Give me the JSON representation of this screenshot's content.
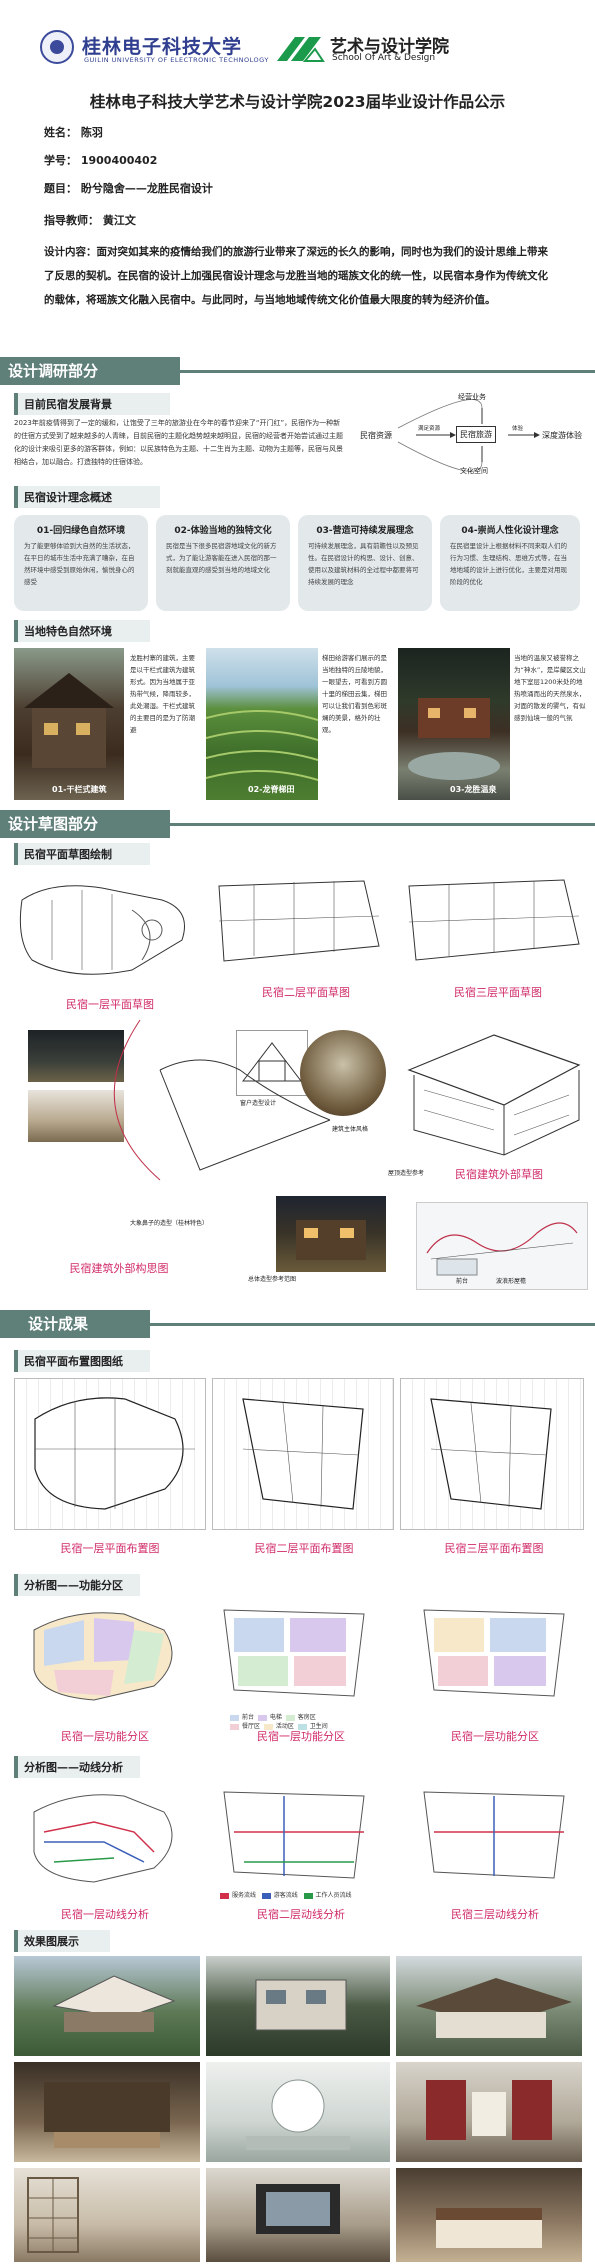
{
  "header": {
    "university_cn": "桂林电子科技大学",
    "university_en": "GUILIN UNIVERSITY OF ELECTRONIC TECHNOLOGY",
    "school_cn": "艺术与设计学院",
    "school_en": "School Of Art & Design"
  },
  "title": "桂林电子科技大学艺术与设计学院2023届毕业设计作品公示",
  "info": {
    "name": "姓名： 陈羽",
    "id": "学号： 1900400402",
    "topic": "题目： 盼兮隐舍——龙胜民宿设计",
    "advisor": "指导教师： 黄江文"
  },
  "description": "设计内容：面对突如其来的疫情给我们的旅游行业带来了深远的长久的影响，同时也为我们的设计思维上带来了反思的契机。在民宿的设计上加强民宿设计理念与龙胜当地的瑶族文化的统一性，以民宿本身作为传统文化的载体，将瑶族文化融入民宿中。与此同时，与当地地域传统文化价值最大限度的转为经济价值。",
  "section1": {
    "label": "设计调研部分",
    "sub1": "目前民宿发展背景",
    "para": "2023年前疫情得到了一定的缓和，让饱受了三年的旅游业在今年的春节迎来了“开门红”，民宿作为一种新的住宿方式受到了越来越多的人青睐，目前民宿的主题化趋势越来越明显，民宿的经营者开始尝试通过主题化的设计来吸引更多的游客群体，例如：以民族特色为主题、十二生肖为主题、动物为主题等，民宿与风景相结合，加以融合。打造独特的住宿体验。",
    "diagram": {
      "top": "经营业务",
      "left": "民宿资源",
      "center": "民宿旅游",
      "right": "深度游体验",
      "bottom": "文化空间",
      "arrow_left": "满足资源",
      "arrow_right": "体验"
    },
    "sub2": "民宿设计理念概述",
    "cards": [
      {
        "title": "01-回归绿色自然环境",
        "body": "为了能更够体验到大自然的生活状态，在平日的城市生活中充满了嘈杂，在自然环境中感受到原始休闲，愉悦身心的感受"
      },
      {
        "title": "02-体验当地的独特文化",
        "body": "民宿是当下很多民宿游地域文化的新方式，为了能让游客能在进入民宿的那一刻就能直观的感受到当地的地域文化"
      },
      {
        "title": "03-营造可持续发展理念",
        "body": "可持续发展理念，具有前瞻性以及预见性。在民宿设计的构思、设计、创意、使用以及建筑材料的全过程中都要将可持续发展的理念"
      },
      {
        "title": "04-崇尚人性化设计理念",
        "body": "在民宿里设计上根据材料不同来取人们的行为习惯、生理结构、思维方式等，在当地地域的设计上进行优化，主要是对用现阶段的优化"
      }
    ],
    "sub3": "当地特色自然环境",
    "photos": [
      {
        "caption": "01-干栏式建筑",
        "text": "龙胜村寨的建筑，主要是以干栏式建筑为建筑形式。因为当地属于亚热带气候，降雨较多，此处潮湿。干栏式建筑的主要目的是为了防潮避"
      },
      {
        "caption": "02-龙脊梯田",
        "text": "梯田给游客们展示的是当地独特的丘陵地貌，一眼望去，可看到方圆十里的梯田云集，梯田可以让我们看到色彩斑斓的美景，格外的壮观。"
      },
      {
        "caption": "03-龙胜温泉",
        "text": "当地的温泉又被誉称之为“神水”，是岸藏区文山地下室层1200米处的地热喷涌而出的天然泉水，对面的散发的雾气，有似感到仙境一般的气氛"
      }
    ]
  },
  "section2": {
    "label": "设计草图部分",
    "sub1": "民宿平面草图绘制",
    "plan_caps": [
      "民宿一层平面草图",
      "民宿二层平面草图",
      "民宿三层平面草图"
    ],
    "notes": [
      "窗户造型设计",
      "建筑主体风格",
      "屋顶造型参考",
      "大象鼻子的造型（桂林特色）",
      "总体造型参考范图",
      "前台",
      "波浪形屋檐"
    ],
    "caps2": [
      "民宿建筑外部草图",
      "民宿建筑外部构思图"
    ]
  },
  "section3": {
    "label": "设计成果",
    "sub1": "民宿平面布置图图纸",
    "plan_caps": [
      "民宿一层平面布置图",
      "民宿二层平面布置图",
      "民宿三层平面布置图"
    ],
    "sub2": "分析图——功能分区",
    "func_caps": [
      "民宿一层功能分区",
      "民宿一层功能分区",
      "民宿一层功能分区"
    ],
    "legend": [
      "前台",
      "电梯",
      "客房区",
      "餐厅区",
      "活动区",
      "卫生间"
    ],
    "sub3": "分析图——动线分析",
    "flow_caps": [
      "民宿一层动线分析",
      "民宿二层动线分析",
      "民宿三层动线分析"
    ],
    "flow_legend": [
      "服务流线",
      "游客流线",
      "工作人员流线"
    ],
    "sub4": "效果图展示"
  },
  "colors": {
    "section": "#5f7f79",
    "caption": "#d02a68",
    "card": "#e3e8ea"
  }
}
